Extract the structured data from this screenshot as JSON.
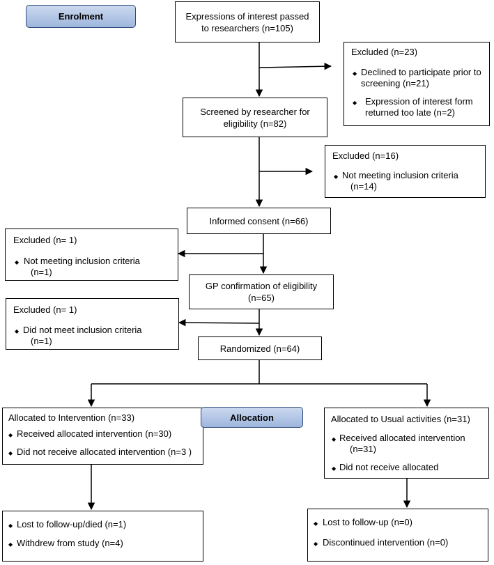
{
  "labels": {
    "enrolment": "Enrolment",
    "allocation": "Allocation"
  },
  "bullet": "◆",
  "boxes": {
    "eoi": {
      "line1": "Expressions of interest passed",
      "line2": "to researchers (n=105)"
    },
    "excluded1": {
      "title": "Excluded (n=23)",
      "item1_line1": "Declined to participate prior to",
      "item1_line2": "screening (n=21)",
      "item2_line1": "Expression of interest form",
      "item2_line2": "returned too late (n=2)"
    },
    "screened": {
      "line1": "Screened by researcher for",
      "line2": "eligibility (n=82)"
    },
    "excluded2": {
      "title": "Excluded (n=16)",
      "item1_line1": "Not meeting inclusion criteria",
      "item1_line2": "(n=14)"
    },
    "consent": {
      "line1": "Informed consent (n=66)"
    },
    "excluded3": {
      "title": "Excluded (n= 1)",
      "item1_line1": "Not meeting inclusion criteria",
      "item1_line2": "(n=1)"
    },
    "gp": {
      "line1": "GP confirmation of eligibility",
      "line2": "(n=65)"
    },
    "excluded4": {
      "title": "Excluded (n= 1)",
      "item1_line1": "Did not meet inclusion criteria",
      "item1_line2": "(n=1)"
    },
    "randomized": {
      "line1": "Randomized (n=64)"
    },
    "intervention": {
      "title": "Allocated to Intervention (n=33)",
      "item1": "Received allocated intervention (n=30)",
      "item2": "Did not receive allocated intervention  (n=3 )"
    },
    "usual": {
      "title": "Allocated to Usual activities (n=31)",
      "item1_line1": "Received allocated intervention",
      "item1_line2": "(n=31)",
      "item2": "Did not receive allocated"
    },
    "followup_left": {
      "item1": "Lost to follow-up/died (n=1)",
      "item2": "Withdrew from study (n=4)"
    },
    "followup_right": {
      "item1": "Lost to follow-up (n=0)",
      "item2": "Discontinued intervention (n=0)"
    }
  }
}
